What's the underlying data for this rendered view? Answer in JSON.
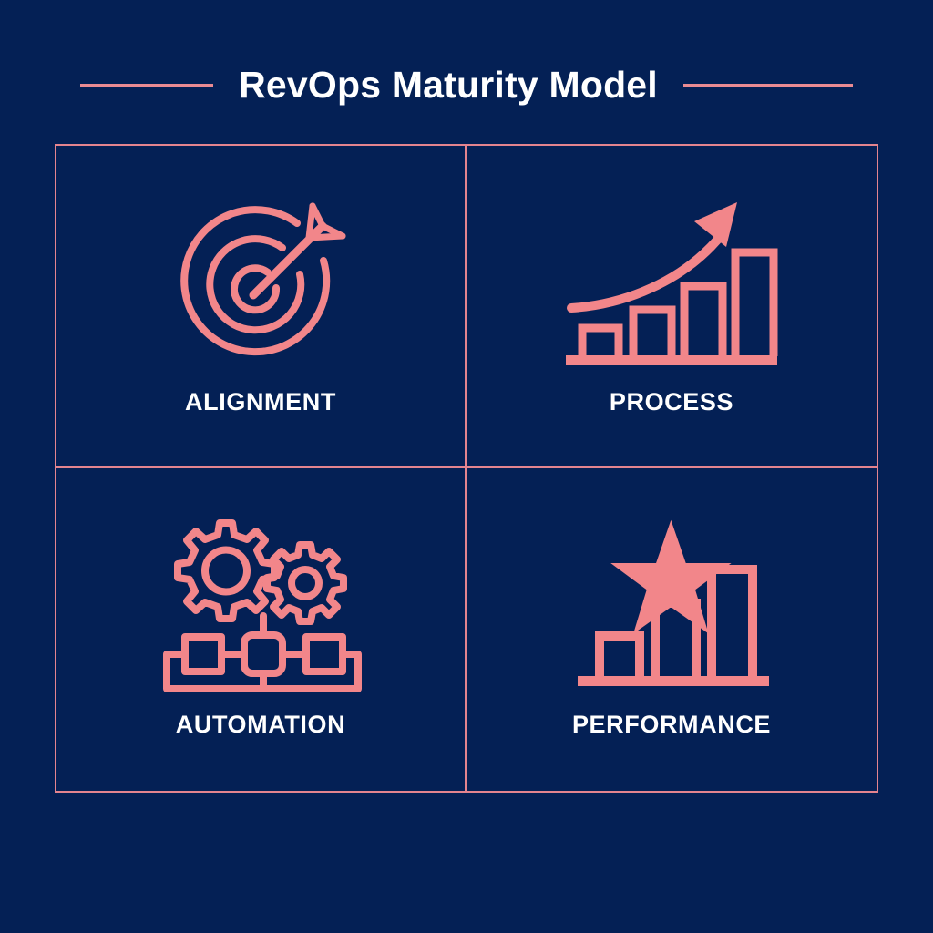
{
  "header": {
    "title": "RevOps Maturity Model",
    "left_rule": "horizontal-rule",
    "right_rule": "horizontal-rule"
  },
  "theme": {
    "background": "#042055",
    "panel_background": "#092458",
    "accent": "#f2868a",
    "border": "#e4848f",
    "title_color": "#ffffff",
    "label_color": "#ffffff"
  },
  "grid": {
    "columns": 2,
    "rows": 2,
    "quadrants": [
      {
        "label": "ALIGNMENT",
        "icon": "target-arrow-icon",
        "position": "top-left"
      },
      {
        "label": "PROCESS",
        "icon": "growth-bar-chart-arrow-icon",
        "position": "top-right"
      },
      {
        "label": "AUTOMATION",
        "icon": "gears-workflow-icon",
        "position": "bottom-left"
      },
      {
        "label": "PERFORMANCE",
        "icon": "bar-chart-star-icon",
        "position": "bottom-right"
      }
    ]
  }
}
